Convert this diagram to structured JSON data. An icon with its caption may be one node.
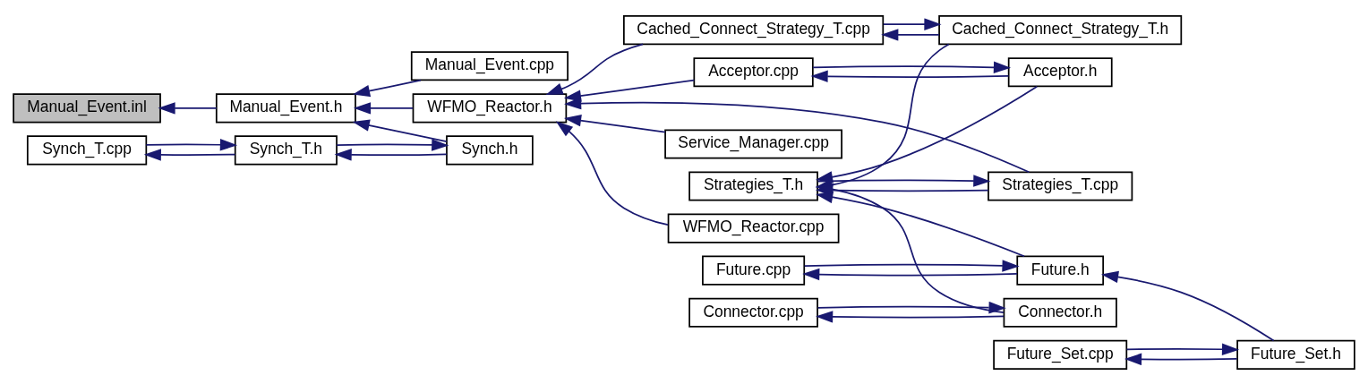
{
  "diagram": {
    "nodes": [
      {
        "text": [
          "Manual_Event.inl"
        ]
      },
      {
        "text": [
          "Manual_Event.h"
        ]
      },
      {
        "text": [
          "WFMO_Reactor.h"
        ]
      },
      {
        "text": [
          "Manual_Event.cpp"
        ]
      },
      {
        "text": [
          "Synch.h"
        ]
      },
      {
        "text": [
          "Service_Manager.cpp"
        ]
      },
      {
        "text": [
          "WFMO_Reactor.cpp"
        ]
      },
      {
        "text": [
          "Strategies_T.cpp"
        ]
      },
      {
        "text": [
          "Synch_T.h"
        ]
      },
      {
        "text": [
          "Strategies_T.h"
        ]
      },
      {
        "text": [
          "Synch_T.cpp"
        ]
      },
      {
        "text": [
          "Cached_Connect_Strategy_T.h"
        ]
      },
      {
        "text": [
          "Acceptor.h"
        ]
      },
      {
        "text": [
          "Future.h"
        ]
      },
      {
        "text": [
          "Connector.h"
        ]
      },
      {
        "text": [
          "Cached_Connect_Strategy_T.cpp"
        ]
      },
      {
        "text": [
          "Acceptor.cpp"
        ]
      },
      {
        "text": [
          "Future.cpp"
        ]
      },
      {
        "text": [
          "Future_Set.h"
        ]
      },
      {
        "text": [
          "Connector.cpp"
        ]
      },
      {
        "text": [
          "Future_Set.cpp"
        ]
      }
    ],
    "edges": [
      {
        "from": 1,
        "to": 0,
        "arrow": "to"
      },
      {
        "from": 2,
        "to": 1,
        "arrow": "to"
      },
      {
        "from": 3,
        "to": 1,
        "arrow": "to"
      },
      {
        "from": 4,
        "to": 1,
        "arrow": "to"
      },
      {
        "from": 5,
        "to": 2,
        "arrow": "to"
      },
      {
        "from": 6,
        "to": 2,
        "arrow": "to"
      },
      {
        "from": 7,
        "to": 2,
        "arrow": "to"
      },
      {
        "from": 15,
        "to": 2,
        "arrow": "to"
      },
      {
        "from": 16,
        "to": 2,
        "arrow": "to"
      },
      {
        "from": 4,
        "to": 8,
        "arrow": "to"
      },
      {
        "from": 8,
        "to": 4,
        "arrow": "to"
      },
      {
        "from": 7,
        "to": 9,
        "arrow": "to"
      },
      {
        "from": 9,
        "to": 7,
        "arrow": "to"
      },
      {
        "from": 8,
        "to": 10,
        "arrow": "to"
      },
      {
        "from": 10,
        "to": 8,
        "arrow": "to"
      },
      {
        "from": 11,
        "to": 9,
        "arrow": "to"
      },
      {
        "from": 12,
        "to": 9,
        "arrow": "to"
      },
      {
        "from": 13,
        "to": 9,
        "arrow": "to"
      },
      {
        "from": 14,
        "to": 9,
        "arrow": "to"
      },
      {
        "from": 11,
        "to": 15,
        "arrow": "to"
      },
      {
        "from": 15,
        "to": 11,
        "arrow": "to"
      },
      {
        "from": 12,
        "to": 16,
        "arrow": "to"
      },
      {
        "from": 16,
        "to": 12,
        "arrow": "to"
      },
      {
        "from": 13,
        "to": 17,
        "arrow": "to"
      },
      {
        "from": 17,
        "to": 13,
        "arrow": "to"
      },
      {
        "from": 18,
        "to": 13,
        "arrow": "to"
      },
      {
        "from": 18,
        "to": 20,
        "arrow": "to"
      },
      {
        "from": 20,
        "to": 18,
        "arrow": "to"
      },
      {
        "from": 14,
        "to": 19,
        "arrow": "to"
      },
      {
        "from": 19,
        "to": 14,
        "arrow": "to"
      }
    ]
  }
}
